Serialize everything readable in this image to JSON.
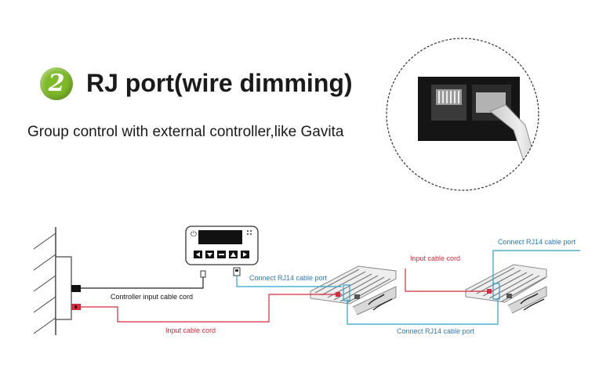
{
  "badge": {
    "number": "2"
  },
  "heading": "RJ port(wire dimming)",
  "subtitle": "Group control with external controller,like Gavita",
  "labels": {
    "controller_input_cord": "Controller input cable cord",
    "input_cord_bottom": "Input cable cord",
    "input_cord_right": "Input cable cord",
    "connect_rj14_top": "Connect RJ14 cable port",
    "connect_rj14_bottom": "Connect RJ14 cable port",
    "connect_rj14_right": "Connect RJ14 cable port"
  },
  "controller_buttons": [
    "left-arrow-icon",
    "down-arrow-icon",
    "menu-icon",
    "up-arrow-icon",
    "right-arrow-icon"
  ],
  "colors": {
    "badge_green": "#7db928",
    "input_cord": "#d82c3c",
    "rj14_cable": "#2ea0c8",
    "label_red": "#d42a3a",
    "label_blue": "#2e79b5"
  }
}
